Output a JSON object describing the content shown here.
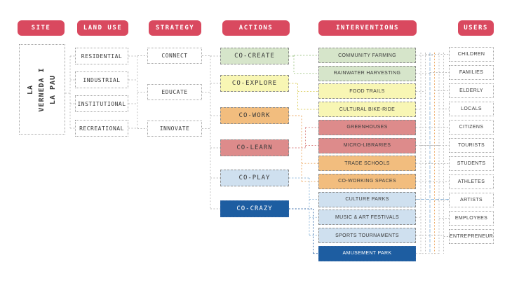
{
  "palette": {
    "header_bg": "#d9495f",
    "header_text": "#ffffff",
    "text": "#3b3b3b",
    "green": "#d6e5ca",
    "yellow": "#f8f6b4",
    "orange": "#f2bd7e",
    "red": "#dd8b8b",
    "lightblue": "#cfe0ef",
    "darkblue": "#1d5da1",
    "line_gray": "#bcbcbc",
    "line_green": "#a3c78c",
    "line_yellow": "#dccf5e",
    "line_orange": "#eda75f",
    "line_red": "#d98282",
    "line_lightblue": "#8fb8dc",
    "line_darkblue": "#2d64a5"
  },
  "columns": {
    "site": {
      "header": "SITE",
      "box_label": "LA VERNEDA I LA PAU"
    },
    "land_use": {
      "header": "LAND USE",
      "items": [
        "RESIDENTIAL",
        "INDUSTRIAL",
        "INSTITUTIONAL",
        "RECREATIONAL"
      ]
    },
    "strategy": {
      "header": "STRATEGY",
      "items": [
        "CONNECT",
        "EDUCATE",
        "INNOVATE"
      ]
    },
    "actions": {
      "header": "ACTIONS",
      "items": [
        {
          "label": "CO-CREATE",
          "color": "green"
        },
        {
          "label": "CO-EXPLORE",
          "color": "yellow"
        },
        {
          "label": "CO-WORK",
          "color": "orange"
        },
        {
          "label": "CO-LEARN",
          "color": "red"
        },
        {
          "label": "CO-PLAY",
          "color": "lightblue"
        },
        {
          "label": "CO-CRAZY",
          "color": "darkblue"
        }
      ]
    },
    "interventions": {
      "header": "INTERVENTIONS",
      "items": [
        {
          "label": "COMMUNITY FARMING",
          "color": "green"
        },
        {
          "label": "RAINWATER HARVESTING",
          "color": "green"
        },
        {
          "label": "FOOD TRAILS",
          "color": "yellow"
        },
        {
          "label": "CULTURAL BIKE-RIDE",
          "color": "yellow"
        },
        {
          "label": "GREENHOUSES",
          "color": "red"
        },
        {
          "label": "MICRO-LIBRARIES",
          "color": "red"
        },
        {
          "label": "TRADE SCHOOLS",
          "color": "orange"
        },
        {
          "label": "CO-WORKING SPACES",
          "color": "orange"
        },
        {
          "label": "CULTURE PARKS",
          "color": "lightblue"
        },
        {
          "label": "MUSIC & ART FESTIVALS",
          "color": "lightblue"
        },
        {
          "label": "SPORTS TOURNAMENTS",
          "color": "lightblue"
        },
        {
          "label": "AMUSEMENT PARK",
          "color": "darkblue"
        }
      ]
    },
    "users": {
      "header": "USERS",
      "items": [
        "CHILDREN",
        "FAMILIES",
        "ELDERLY",
        "LOCALS",
        "CITIZENS",
        "TOURISTS",
        "STUDENTS",
        "ATHLETES",
        "ARTISTS",
        "EMPLOYEES",
        "ENTREPRENEUR"
      ]
    }
  }
}
